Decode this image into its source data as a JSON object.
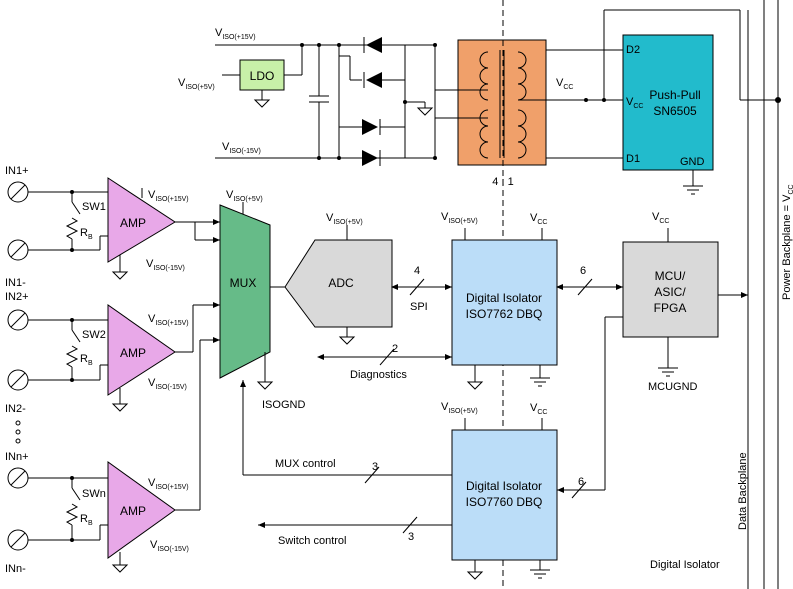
{
  "labels": {
    "viso_p15": "V",
    "viso_p15_sub": "ISO(+15V)",
    "viso_p5": "V",
    "viso_p5_sub": "ISO(+5V)",
    "viso_m15": "V",
    "viso_m15_sub": "ISO(-15V)",
    "vcc": "V",
    "vcc_sub": "CC",
    "ratio": "4 : 1",
    "in1p": "IN1+",
    "in1m": "IN1-",
    "in2p": "IN2+",
    "in2m": "IN2-",
    "innp": "INn+",
    "innm": "INn-",
    "sw1": "SW1",
    "sw2": "SW2",
    "swn": "SWn",
    "rb": "R",
    "rb_sub": "B",
    "isognd": "ISOGND",
    "spi": "SPI",
    "spi_bits": "4",
    "diagnostics": "Diagnostics",
    "diag_bits": "2",
    "mux_control": "MUX control",
    "mux_bits": "3",
    "switch_control": "Switch control",
    "switch_bits": "3",
    "mcu_bits_top": "6",
    "mcu_bits_bot": "6",
    "mcugnd": "MCUGND",
    "d1": "D1",
    "d2": "D2",
    "gnd": "GND",
    "data_backplane": "Data Backplane",
    "power_backplane": "Power Backplane = V",
    "power_backplane_sub": "CC",
    "digital_isolator_caption": "Digital Isolator"
  },
  "blocks": {
    "ldo": "LDO",
    "amp": "AMP",
    "mux": "MUX",
    "adc": "ADC",
    "iso1_l1": "Digital Isolator",
    "iso1_l2": "ISO7762 DBQ",
    "iso2_l1": "Digital Isolator",
    "iso2_l2": "ISO7760 DBQ",
    "mcu_l1": "MCU/",
    "mcu_l2": "ASIC/",
    "mcu_l3": "FPGA",
    "pp_l1": "Push-Pull",
    "pp_l2": "SN6505"
  },
  "colors": {
    "transformer": "#F0A06A",
    "amp": "#E8A8E8",
    "mux": "#66BB88",
    "isolator": "#BBDDF8",
    "pushpull": "#22BBCC",
    "ldo": "#C8F0A8",
    "grey": "#D9D9D9"
  }
}
